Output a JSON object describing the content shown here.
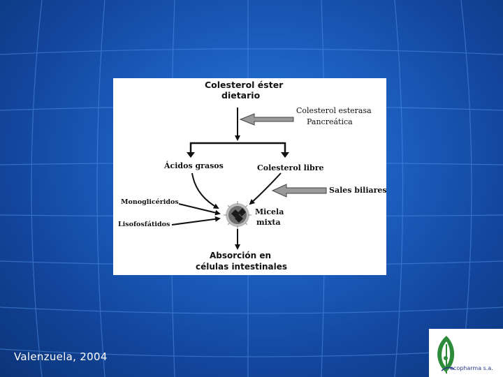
{
  "diagram": {
    "title_line1": "Colesterol éster",
    "title_line2": "dietario",
    "enzyme_line1": "Colesterol esterasa",
    "enzyme_line2": "Pancreática",
    "left_product": "Ácidos grasos",
    "right_product": "Colesterol libre",
    "bile_salts": "Sales biliares",
    "monoglycerides": "Monoglicéridos",
    "lysophospholipids": "Lisofosfátidos",
    "micelle_line1": "Micela",
    "micelle_line2": "mixta",
    "result_line1": "Absorción en",
    "result_line2": "células intestinales"
  },
  "footer": {
    "citation": "Valenzuela, 2004",
    "logo_text": "ecopharma s.a."
  },
  "colors": {
    "background": "#1c5fc0",
    "diagram_bg": "#ffffff",
    "logo_green": "#2e8b3a",
    "logo_text": "#2a3a8a"
  }
}
